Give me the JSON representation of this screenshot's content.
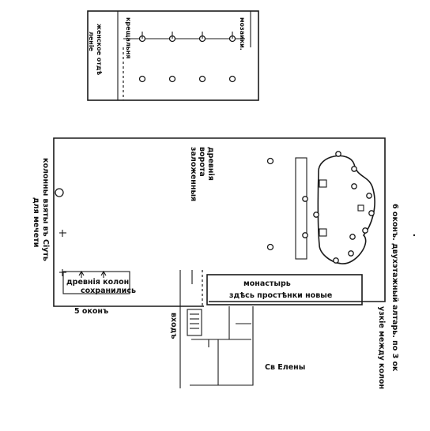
{
  "labels": {
    "women_section_1": "женское отдѣ",
    "women_section_2": "ленiе",
    "baptistery": "крещальня",
    "mosaics": "мозаики.",
    "columns_taken_1": "колонны взяты въ Сiуть",
    "columns_taken_2": "для мечети",
    "ancient_gates_1": "древнiя",
    "ancient_gates_2": "ворота",
    "ancient_gates_3": "заложенныя",
    "ancient_columns_1": "древнiя колон",
    "ancient_columns_2": "сохранились",
    "five_windows": "5 оконъ",
    "monastery_1": "монастырь",
    "monastery_2": "здѣсь простѣнки новые",
    "entrance": "входъ",
    "st_helena": "Св Елены",
    "altar_text": "6 оконъ. двухэтажный алтарь. по 3 ок",
    "narrow_between": "узкiе между колон"
  }
}
